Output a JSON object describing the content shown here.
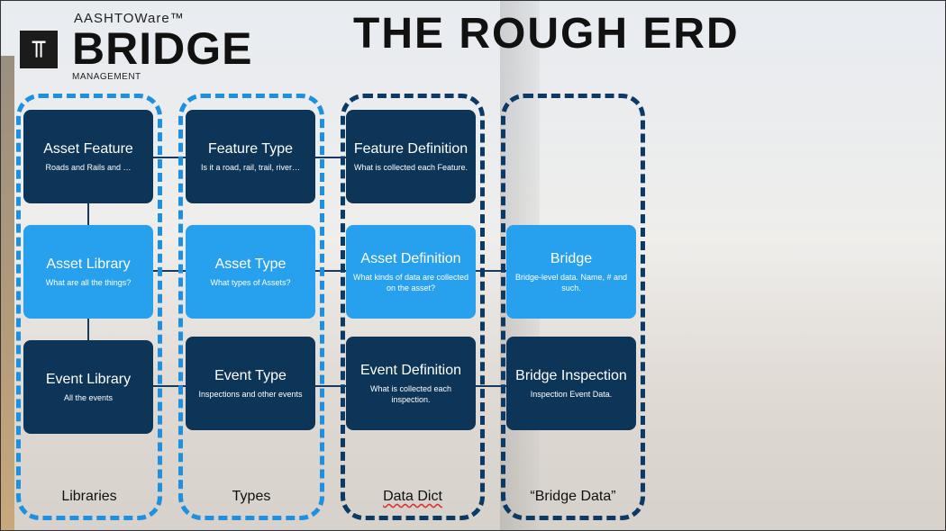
{
  "header": {
    "logo_sub": "AASHTOWare™",
    "logo_mark": "⫪",
    "logo_main": "BRIDGE",
    "logo_mgmt": "MANAGEMENT",
    "title": "THE ROUGH ERD"
  },
  "groups": [
    {
      "label": "Libraries"
    },
    {
      "label": "Types"
    },
    {
      "label": "Data Dict"
    },
    {
      "label": "“Bridge Data”"
    }
  ],
  "boxes": {
    "asset_feature": {
      "title": "Asset Feature",
      "sub": "Roads and Rails and …"
    },
    "asset_library": {
      "title": "Asset Library",
      "sub": "What are all the things?"
    },
    "event_library": {
      "title": "Event Library",
      "sub": "All the events"
    },
    "feature_type": {
      "title": "Feature Type",
      "sub": "Is it a road, rail, trail, river…"
    },
    "asset_type": {
      "title": "Asset Type",
      "sub": "What types of Assets?"
    },
    "event_type": {
      "title": "Event Type",
      "sub": "Inspections and other events"
    },
    "feature_definition": {
      "title": "Feature Definition",
      "sub": "What is collected each Feature."
    },
    "asset_definition": {
      "title": "Asset Definition",
      "sub": "What kinds of data are collected on the asset?"
    },
    "event_definition": {
      "title": "Event Definition",
      "sub": "What is collected each inspection."
    },
    "bridge": {
      "title": "Bridge",
      "sub": "Bridge-level data. Name, # and such."
    },
    "bridge_inspection": {
      "title": "Bridge Inspection",
      "sub": "Inspection Event Data."
    }
  },
  "colors": {
    "dark_box": "#0d3558",
    "light_box": "#27a0ee",
    "frame_light": "#1e90e0",
    "frame_dark": "#0b3a66"
  }
}
